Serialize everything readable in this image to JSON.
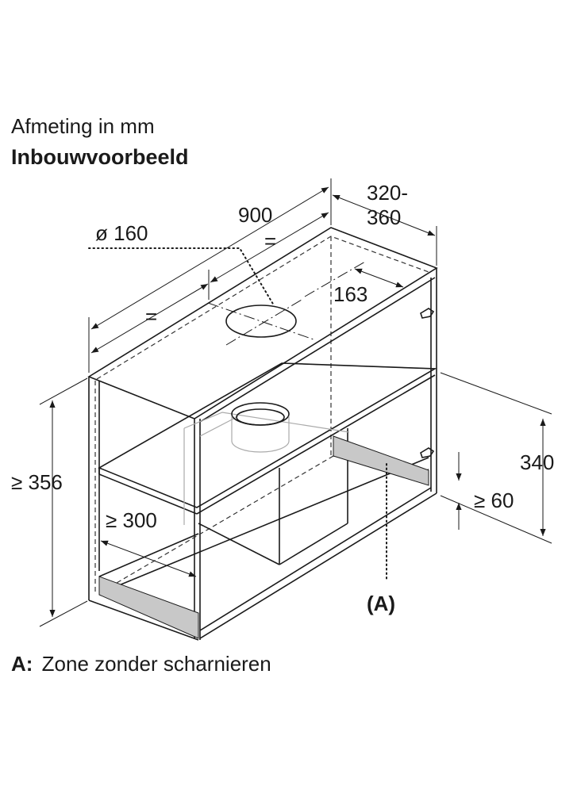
{
  "header": {
    "subtitle": "Afmeting in mm",
    "title": "Inbouwvoorbeeld"
  },
  "dimensions": {
    "width": "900",
    "depth_line1": "320-",
    "depth_line2": "360",
    "duct_diameter": "ø 160",
    "equal_top": "=",
    "equal_left": "=",
    "duct_offset": "163",
    "min_height": "≥ 356",
    "min_depth": "≥ 300",
    "hood_height": "340",
    "min_gap": "≥ 60",
    "zone_marker": "(A)"
  },
  "legend": {
    "key": "A:",
    "text": "Zone zonder scharnieren"
  },
  "colors": {
    "line": "#1a1a1a",
    "zone_fill": "#c8c8c8"
  }
}
